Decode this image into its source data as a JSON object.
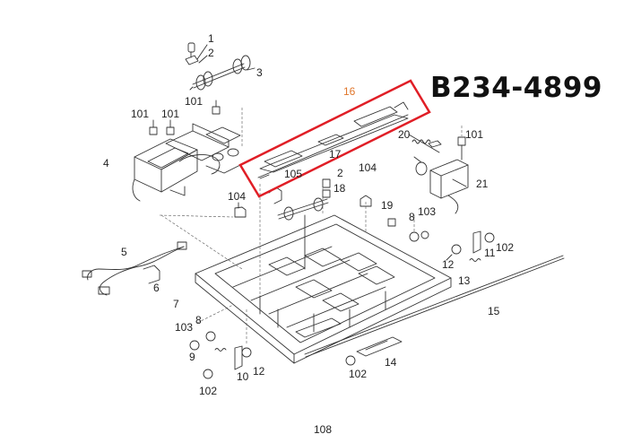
{
  "part_number": "B234-4899",
  "page_number": "108",
  "highlight_color": "#e01e26",
  "highlight_label_color": "#e0762b",
  "callouts": [
    {
      "id": "c1",
      "label": "1"
    },
    {
      "id": "c2a",
      "label": "2"
    },
    {
      "id": "c3",
      "label": "3"
    },
    {
      "id": "c101a",
      "label": "101"
    },
    {
      "id": "c101b",
      "label": "101"
    },
    {
      "id": "c101c",
      "label": "101"
    },
    {
      "id": "c4",
      "label": "4"
    },
    {
      "id": "c16",
      "label": "16"
    },
    {
      "id": "c20",
      "label": "20"
    },
    {
      "id": "c101d",
      "label": "101"
    },
    {
      "id": "c17",
      "label": "17"
    },
    {
      "id": "c105",
      "label": "105"
    },
    {
      "id": "c2b",
      "label": "2"
    },
    {
      "id": "c18",
      "label": "18"
    },
    {
      "id": "c104a",
      "label": "104"
    },
    {
      "id": "c104b",
      "label": "104"
    },
    {
      "id": "c21",
      "label": "21"
    },
    {
      "id": "c19",
      "label": "19"
    },
    {
      "id": "c8a",
      "label": "8"
    },
    {
      "id": "c103a",
      "label": "103"
    },
    {
      "id": "c5",
      "label": "5"
    },
    {
      "id": "c102a",
      "label": "102"
    },
    {
      "id": "c11",
      "label": "11"
    },
    {
      "id": "c12a",
      "label": "12"
    },
    {
      "id": "c6",
      "label": "6"
    },
    {
      "id": "c13",
      "label": "13"
    },
    {
      "id": "c7",
      "label": "7"
    },
    {
      "id": "c15",
      "label": "15"
    },
    {
      "id": "c8b",
      "label": "8"
    },
    {
      "id": "c103b",
      "label": "103"
    },
    {
      "id": "c9",
      "label": "9"
    },
    {
      "id": "c10",
      "label": "10"
    },
    {
      "id": "c12b",
      "label": "12"
    },
    {
      "id": "c14",
      "label": "14"
    },
    {
      "id": "c102b",
      "label": "102"
    },
    {
      "id": "c102c",
      "label": "102"
    }
  ]
}
